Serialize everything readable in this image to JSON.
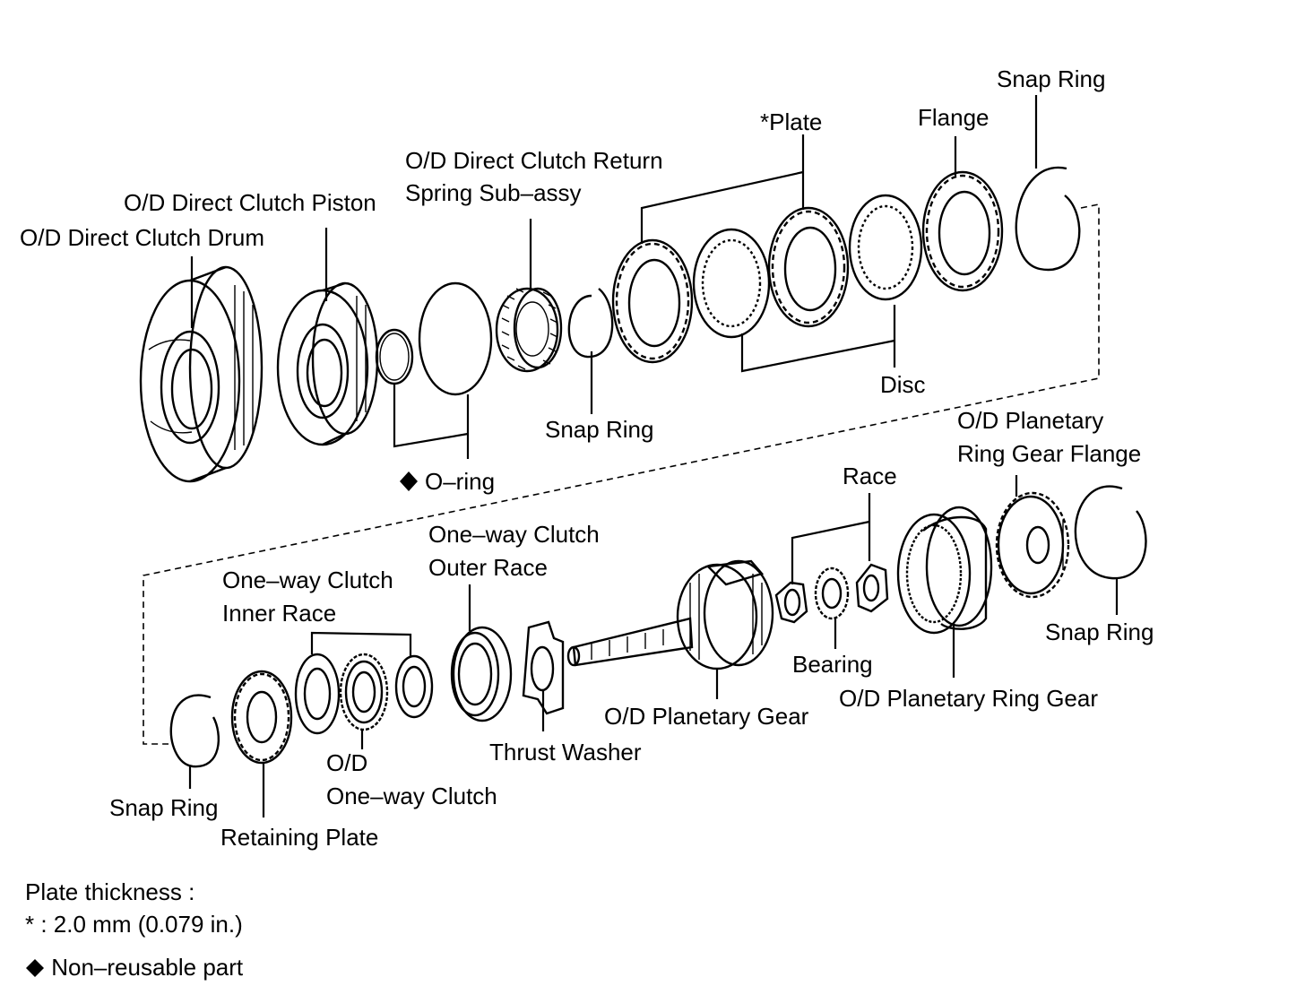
{
  "labels": {
    "snap_ring_tr": "Snap Ring",
    "flange": "Flange",
    "plate": "*Plate",
    "return_spring_1": "O/D Direct Clutch Return",
    "return_spring_2": "Spring Sub–assy",
    "piston": "O/D Direct Clutch Piston",
    "drum": "O/D Direct Clutch Drum",
    "snap_ring_mid": "Snap Ring",
    "disc": "Disc",
    "o_ring": "O–ring",
    "pg_flange_1": "O/D Planetary",
    "pg_flange_2": "Ring Gear Flange",
    "race": "Race",
    "owc_outer_1": "One–way Clutch",
    "owc_outer_2": "Outer Race",
    "owc_inner_1": "One–way Clutch",
    "owc_inner_2": "Inner Race",
    "snap_ring_br": "Snap Ring",
    "bearing": "Bearing",
    "ring_gear": "O/D Planetary Ring Gear",
    "planetary_gear": "O/D Planetary Gear",
    "thrust_washer": "Thrust Washer",
    "owc_1": "O/D",
    "owc_2": "One–way Clutch",
    "snap_ring_bl": "Snap Ring",
    "retaining_plate": "Retaining Plate"
  },
  "legend": {
    "line1": "Plate thickness :",
    "line2": "* : 2.0 mm (0.079 in.)",
    "line3": "Non–reusable part"
  }
}
